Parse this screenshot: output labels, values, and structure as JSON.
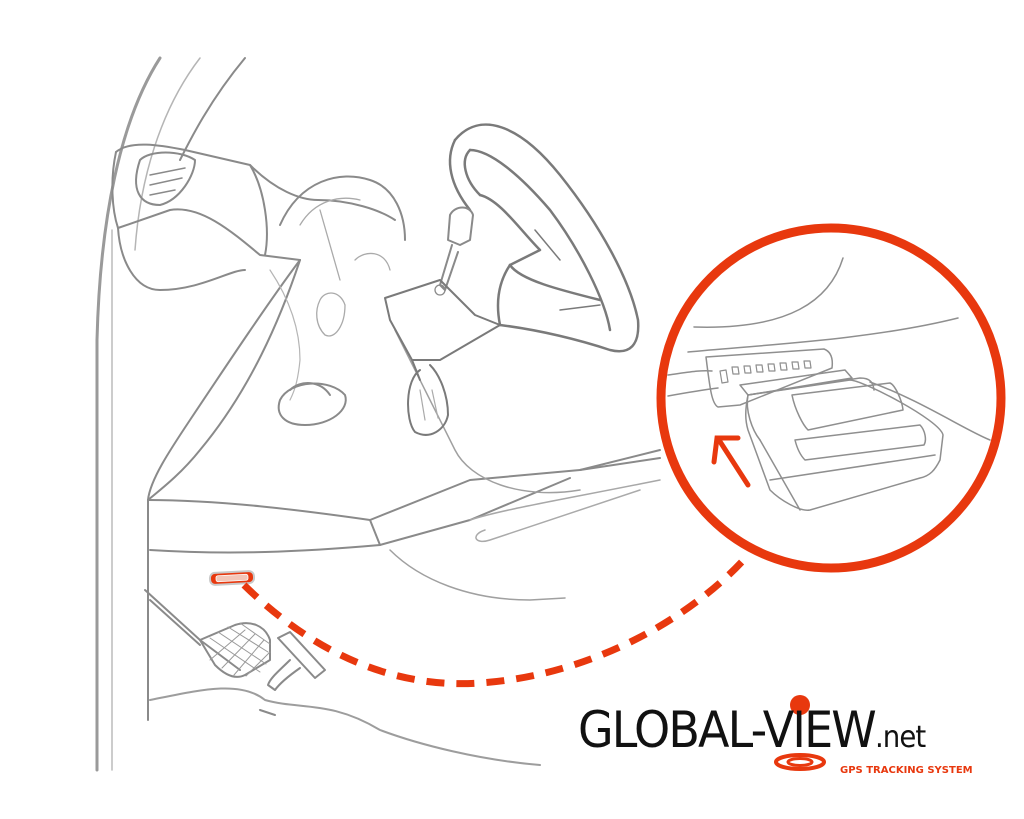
{
  "diagram": {
    "title": "OBD-II port location illustration",
    "subject": "Car interior driver footwell with OBD-II port under dashboard",
    "callout": {
      "label": "OBD-II GPS tracker plugged into port",
      "arrow": "insert-direction-arrow"
    },
    "elements": [
      "door-pillar",
      "dashboard",
      "air-vent",
      "instrument-cluster",
      "steering-wheel",
      "wiper-stalk",
      "steering-column",
      "pedals",
      "obd-port",
      "dashed-connector",
      "zoom-circle",
      "gps-tracker-device"
    ]
  },
  "colors": {
    "accent": "#e8380e",
    "line": "#8a8a8a",
    "line_light": "#b9b9b9",
    "text": "#111111",
    "background": "#ffffff"
  },
  "logo": {
    "brand": "GLOBAL-VIEW",
    "domain": ".net",
    "tagline": "GPS TRACKING SYSTEM"
  }
}
